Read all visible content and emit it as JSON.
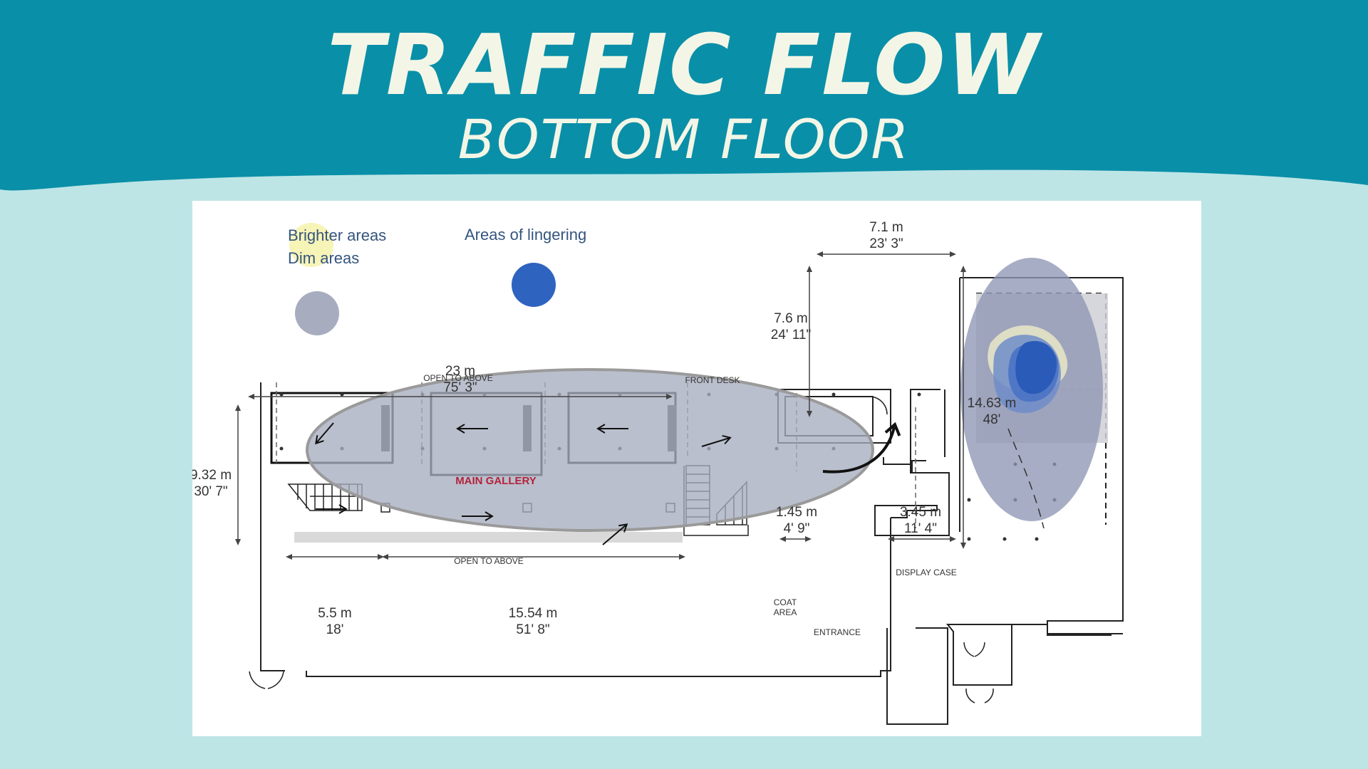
{
  "title": "TRAFFIC FLOW",
  "subtitle": "BOTTOM FLOOR",
  "colors": {
    "header_teal": "#0a8fa8",
    "background": "#bde5e6",
    "title_text": "#f3f6e6",
    "bright": "#f7f4b8",
    "dim": "#a7adbf",
    "lingering": "#2f63c0"
  },
  "legend": {
    "bright": "Brighter areas",
    "dim": "Dim areas",
    "linger": "Areas of lingering"
  },
  "labels": {
    "main_gallery": "MAIN GALLERY",
    "open_above_top": "OPEN TO ABOVE",
    "open_above_bottom": "OPEN TO ABOVE",
    "front_desk": "FRONT DESK",
    "coat_area_1": "COAT",
    "coat_area_2": "AREA",
    "entrance": "ENTRANCE",
    "display_case": "DISPLAY CASE"
  },
  "dimensions": {
    "d23_m": "23 m",
    "d23_ft": "75' 3\"",
    "d932_m": "9.32 m",
    "d932_ft": "30' 7\"",
    "d55_m": "5.5 m",
    "d55_ft": "18'",
    "d1554_m": "15.54 m",
    "d1554_ft": "51' 8\"",
    "d71_m": "7.1 m",
    "d71_ft": "23' 3\"",
    "d76_m": "7.6 m",
    "d76_ft": "24' 11\"",
    "d1463_m": "14.63 m",
    "d1463_ft": "48'",
    "d145_m": "1.45 m",
    "d145_ft": "4' 9\"",
    "d345_m": "3.45 m",
    "d345_ft": "11' 4\""
  }
}
